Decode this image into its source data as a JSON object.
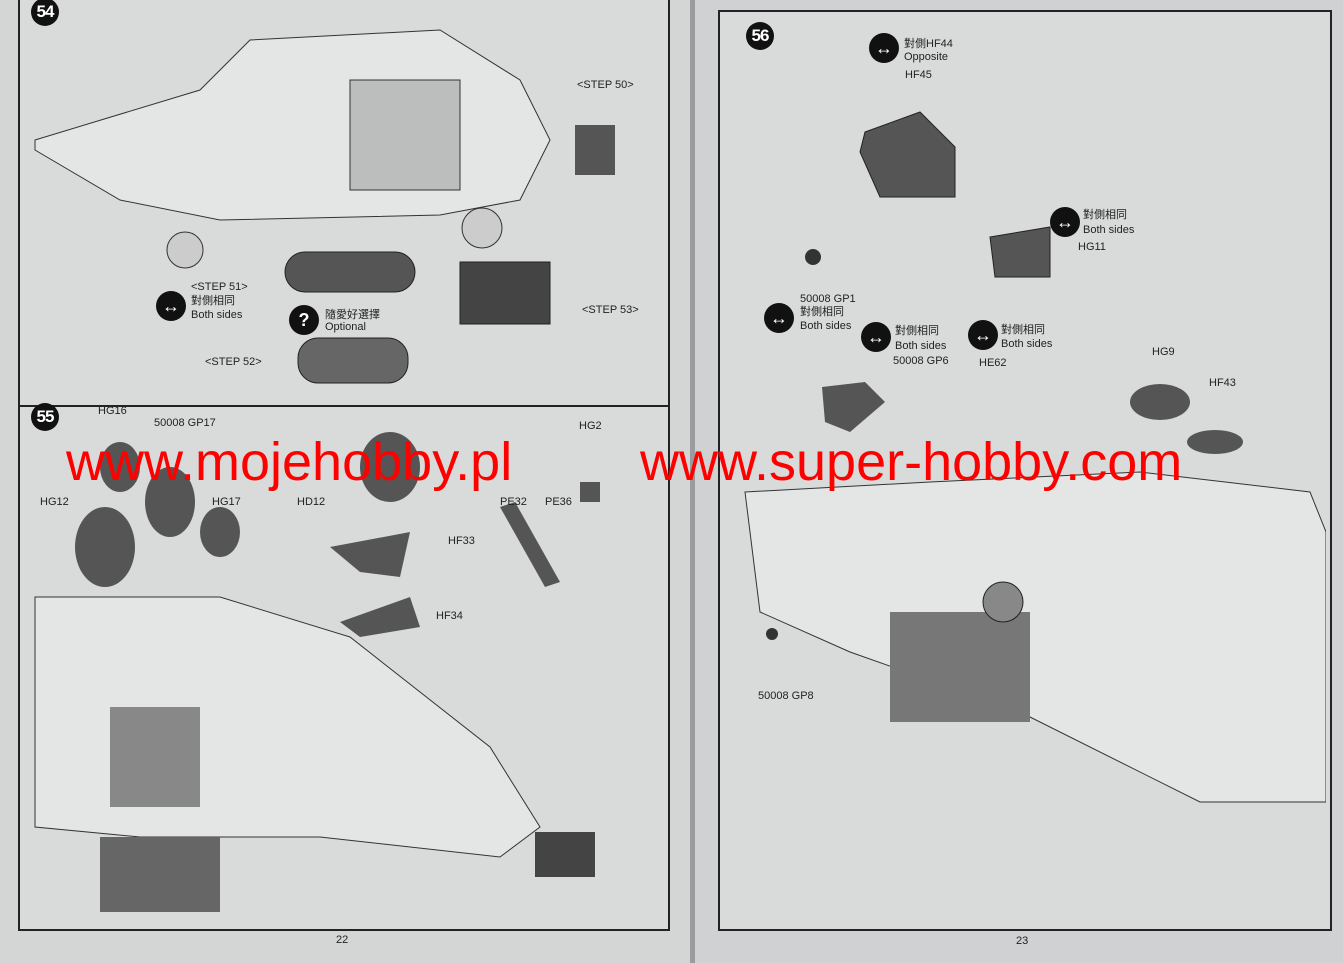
{
  "left_page": {
    "page_number": "22",
    "step54": {
      "number": "54",
      "labels": {
        "step50": "<STEP 50>",
        "step51": "<STEP 51>",
        "step52": "<STEP 52>",
        "step53": "<STEP 53>",
        "both_cn": "對側相同",
        "both_en": "Both sides",
        "optional_cn": "隨愛好選擇",
        "optional_en": "Optional"
      }
    },
    "step55": {
      "number": "55",
      "labels": {
        "hg16": "HG16",
        "gp17": "50008 GP17",
        "hg12": "HG12",
        "hg17": "HG17",
        "hd12": "HD12",
        "hg2": "HG2",
        "pe36": "PE36",
        "pe32": "PE32",
        "hf33": "HF33",
        "hf34": "HF34"
      }
    }
  },
  "right_page": {
    "page_number": "23",
    "step56": {
      "number": "56",
      "labels": {
        "opp_cn": "對側HF44",
        "opp_en": "Opposite",
        "hf45": "HF45",
        "both_cn": "對側相同",
        "both_en": "Both sides",
        "hg11": "HG11",
        "gp1": "50008 GP1",
        "gp6": "50008 GP6",
        "he62": "HE62",
        "hg9": "HG9",
        "hf43": "HF43",
        "gp8": "50008 GP8"
      }
    }
  },
  "watermark": {
    "left": "www.mojehobby.pl",
    "right": "www.super-hobby.com",
    "color": "#ff0000"
  }
}
